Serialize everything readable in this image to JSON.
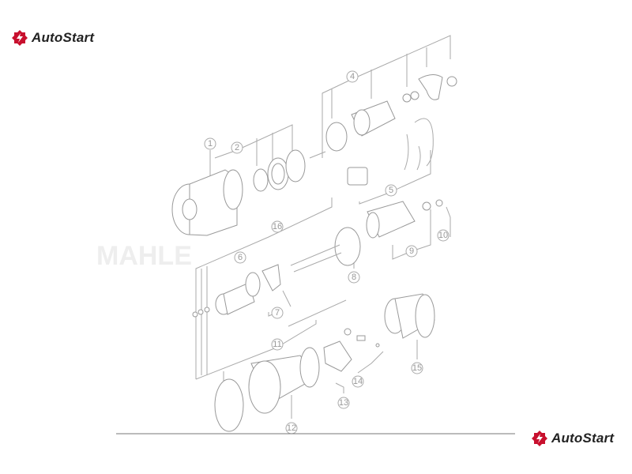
{
  "brand": {
    "name": "AutoStart",
    "color": "#c8102e"
  },
  "watermark": "MAHLE",
  "diagram": {
    "title": "Starter motor exploded view",
    "callouts": [
      "1",
      "2",
      "4",
      "5",
      "6",
      "7",
      "8",
      "9",
      "10",
      "11",
      "12",
      "13",
      "14",
      "15",
      "16"
    ]
  }
}
